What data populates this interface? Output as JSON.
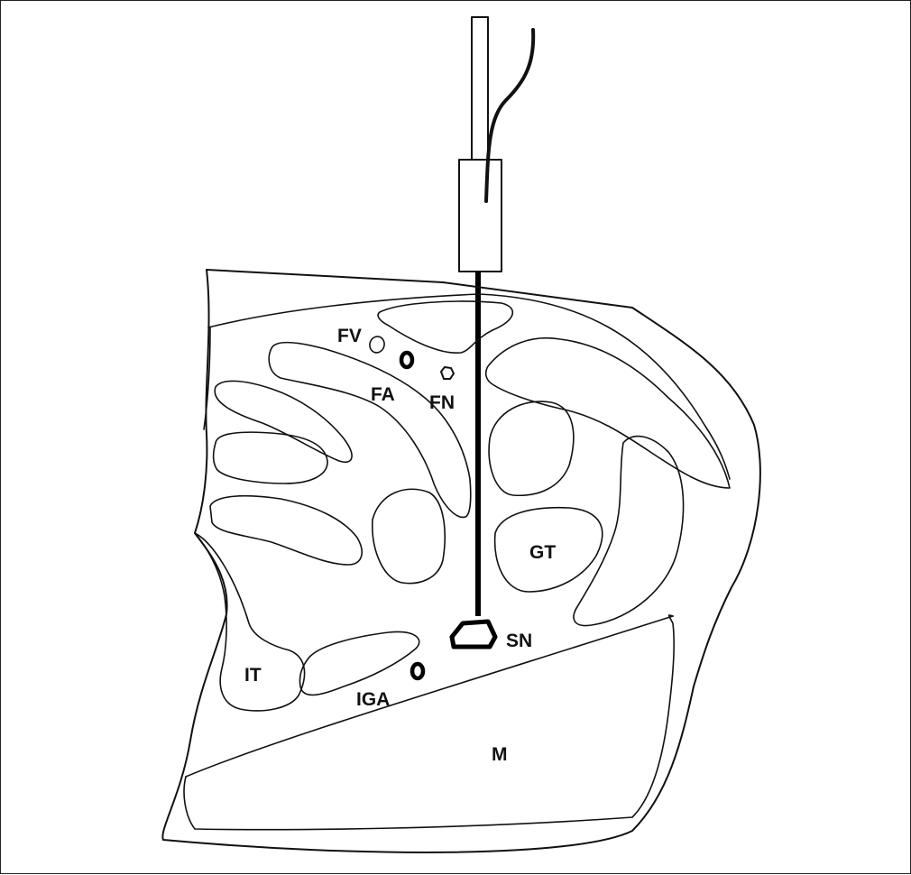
{
  "labels": {
    "fv": "FV",
    "fa": "FA",
    "fn": "FN",
    "gt": "GT",
    "sn": "SN",
    "it": "IT",
    "iga": "IGA",
    "m": "M"
  }
}
